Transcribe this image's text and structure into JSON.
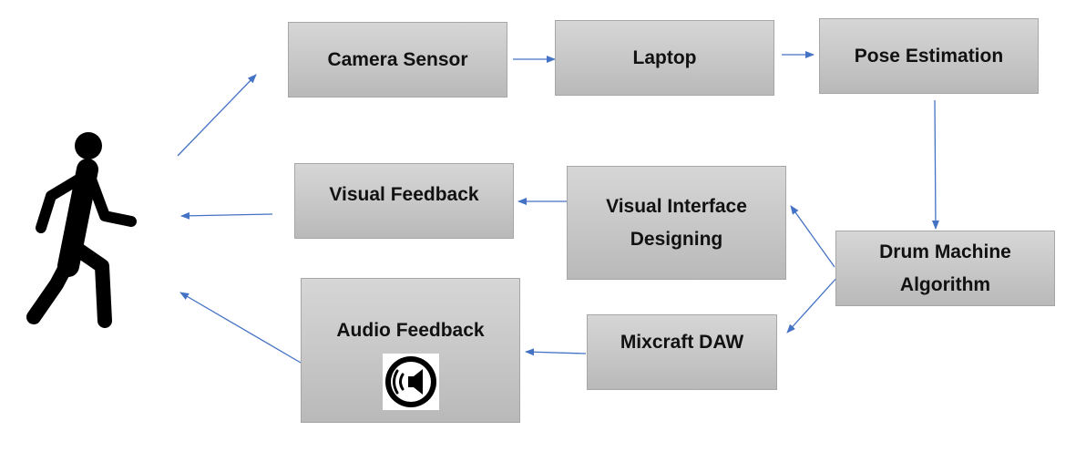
{
  "diagram": {
    "nodes": {
      "camera_sensor": "Camera Sensor",
      "laptop": "Laptop",
      "pose_estimation": "Pose Estimation",
      "visual_feedback": "Visual Feedback",
      "visual_interface_line1": "Visual Interface",
      "visual_interface_line2": "Designing",
      "drum_machine_line1": "Drum Machine",
      "drum_machine_line2": "Algorithm",
      "audio_feedback": "Audio Feedback",
      "mixcraft_daw": "Mixcraft DAW"
    },
    "icons": [
      "walking-person-icon",
      "speaker-icon"
    ],
    "colors": {
      "arrow": "#4472c4",
      "box_border": "#a6a6a6",
      "box_fill": "#c8c8c8"
    }
  }
}
